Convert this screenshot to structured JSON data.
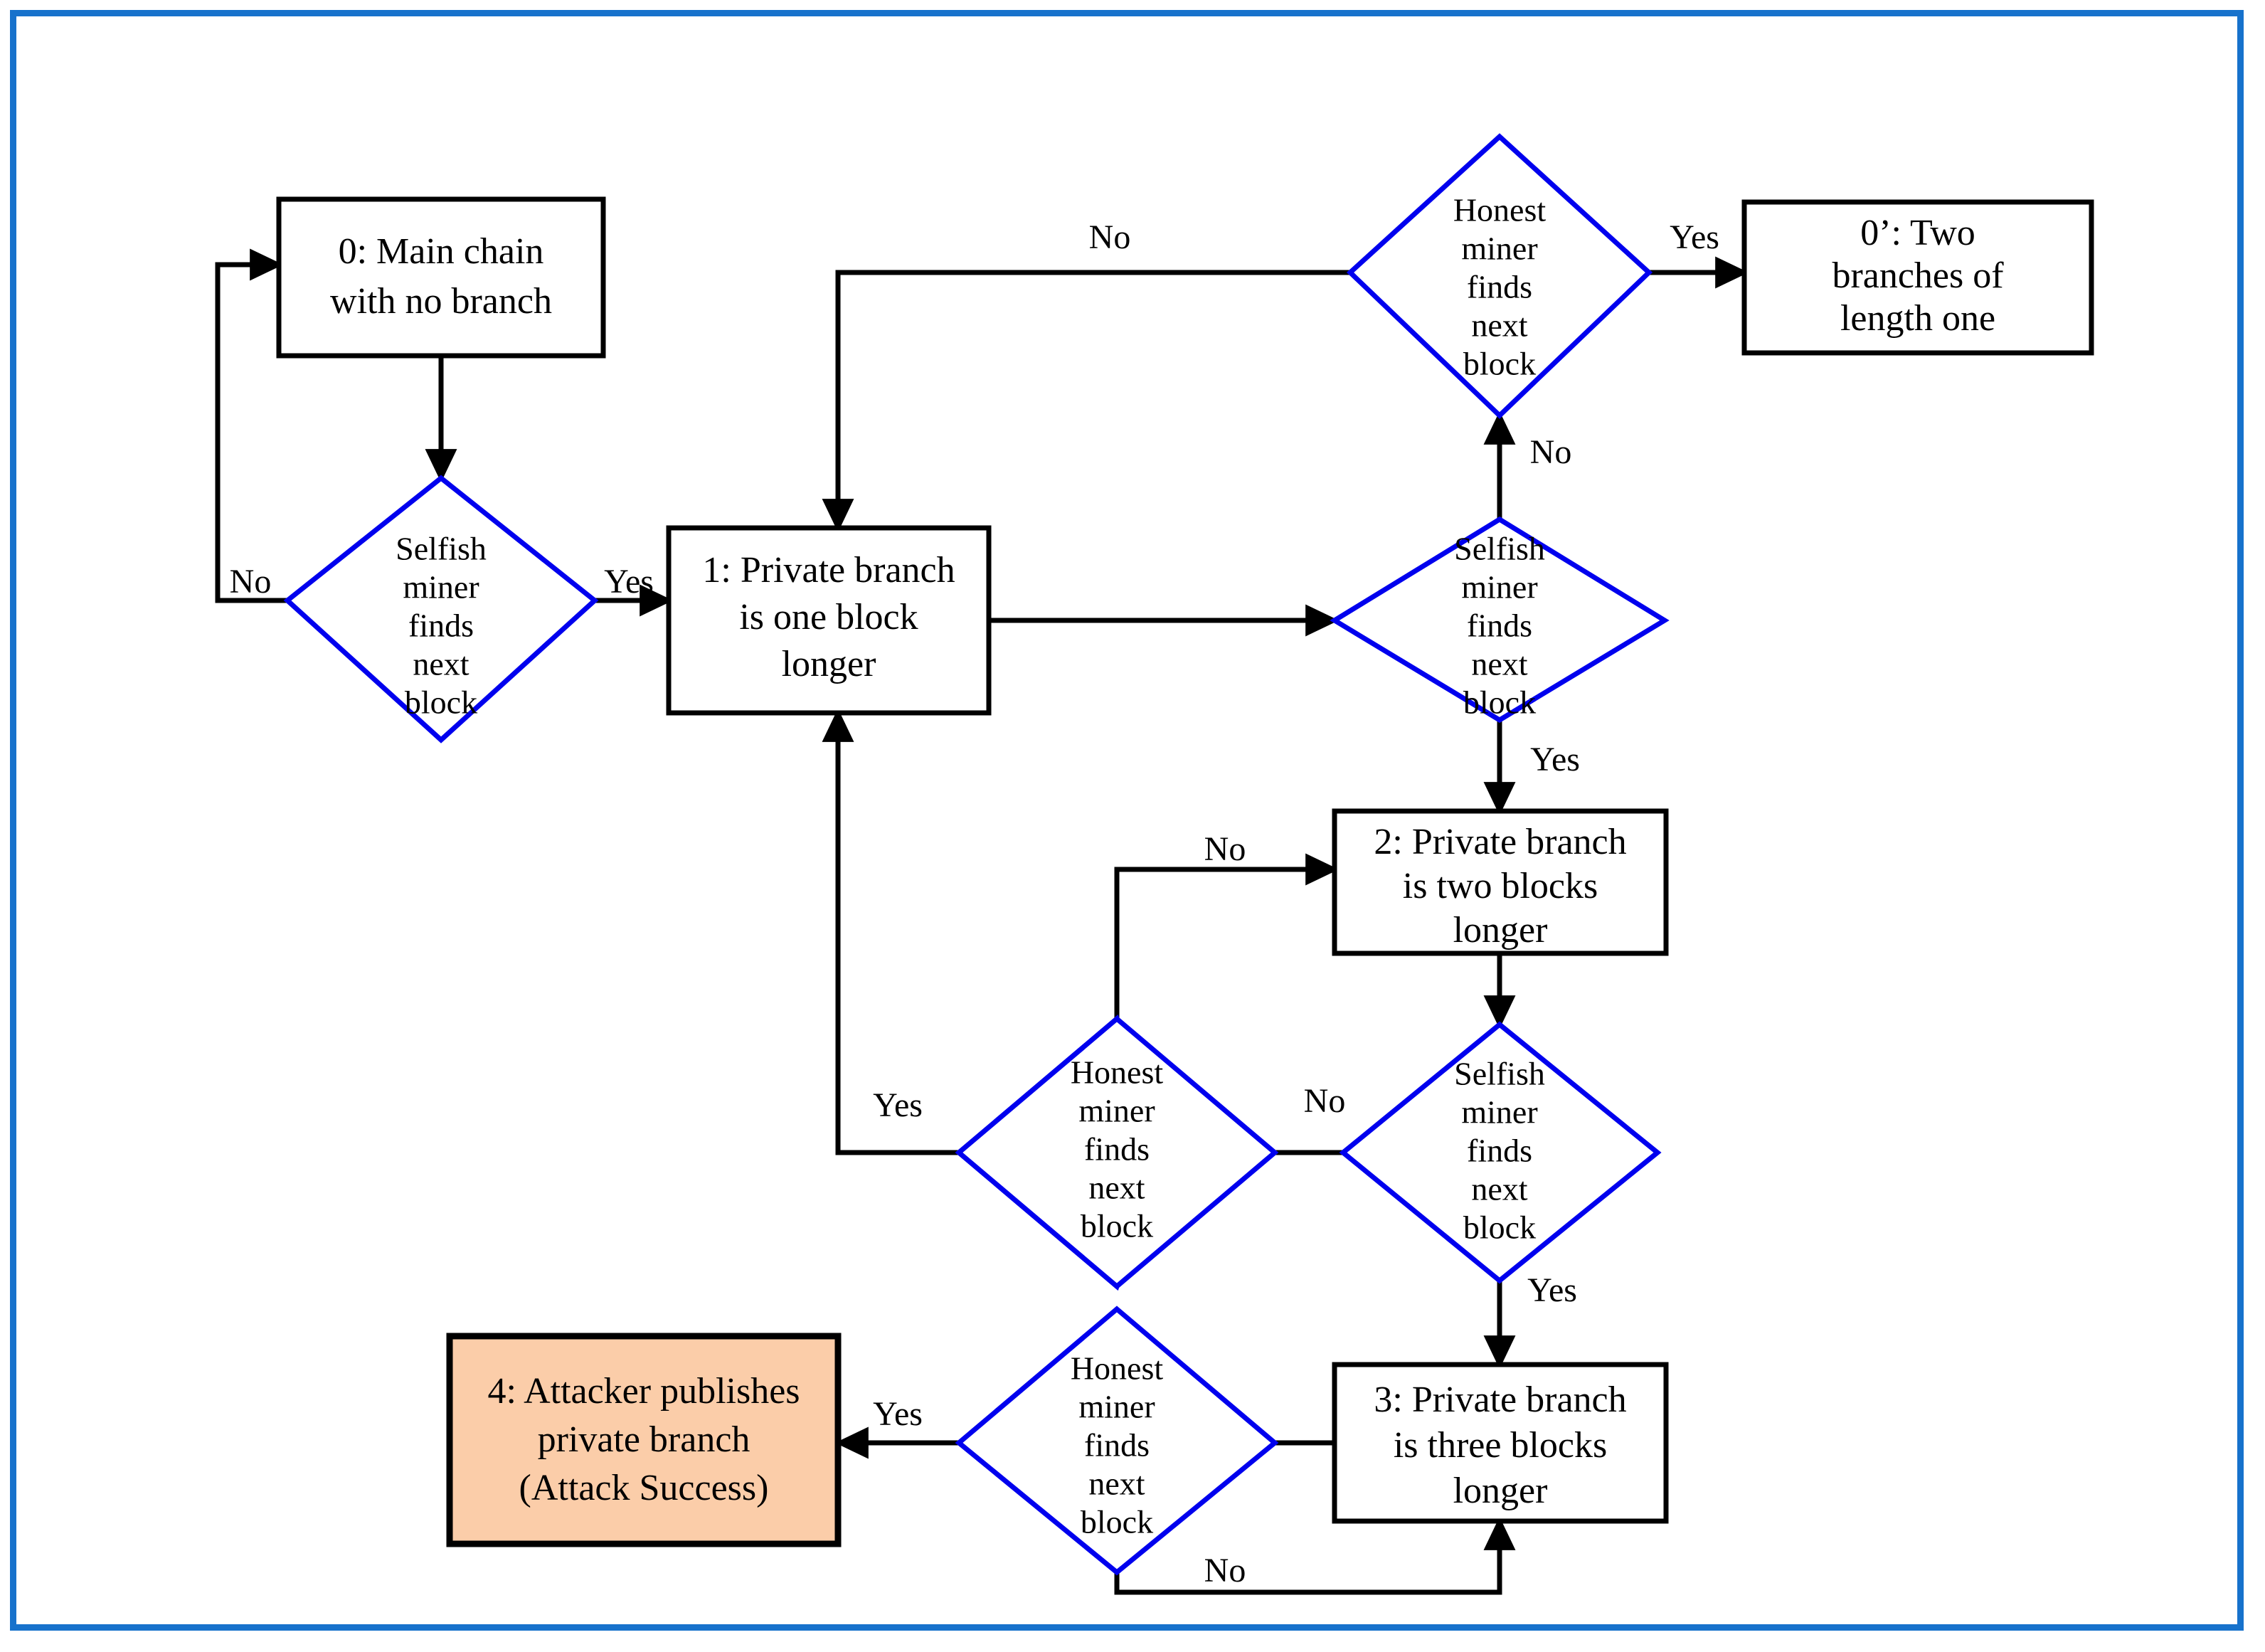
{
  "figure": {
    "border_color": "#1772CC",
    "decision_stroke": "#0000EE",
    "process_stroke": "#000000",
    "accent_fill": "#FBCDA9",
    "success_text_color": "#FF0000"
  },
  "nodes": {
    "state0": {
      "lines": [
        "0: Main chain",
        "with no branch"
      ]
    },
    "state0p": {
      "lines": [
        "0’: Two",
        "branches of",
        "length one"
      ]
    },
    "state1": {
      "lines": [
        "1: Private branch",
        "is one block",
        "longer"
      ]
    },
    "state2": {
      "lines": [
        "2: Private branch",
        "is two blocks",
        "longer"
      ]
    },
    "state3": {
      "lines": [
        "3: Private branch",
        "is three blocks",
        "longer"
      ]
    },
    "state4": {
      "lines": [
        "4: Attacker publishes",
        "private branch"
      ],
      "paren_open": "(",
      "success": "Attack Success",
      "paren_close": ")"
    },
    "selfish_a": {
      "lines": [
        "Selfish",
        "miner",
        "finds",
        "next",
        "block"
      ]
    },
    "selfish_b": {
      "lines": [
        "Selfish",
        "miner",
        "finds",
        "next",
        "block"
      ]
    },
    "selfish_c": {
      "lines": [
        "Selfish",
        "miner",
        "finds",
        "next",
        "block"
      ]
    },
    "honest_top": {
      "lines": [
        "Honest",
        "miner",
        "finds",
        "next",
        "block"
      ]
    },
    "honest_mid": {
      "lines": [
        "Honest",
        "miner",
        "finds",
        "next",
        "block"
      ]
    },
    "honest_bot": {
      "lines": [
        "Honest",
        "miner",
        "finds",
        "next",
        "block"
      ]
    }
  },
  "edge_labels": {
    "selfish_a_no": "No",
    "selfish_a_yes": "Yes",
    "honest_top_no": "No",
    "honest_top_yes": "Yes",
    "selfish_b_no": "No",
    "selfish_b_yes": "Yes",
    "honest_mid_no": "No",
    "honest_mid_yes": "Yes",
    "selfish_c_no": "No",
    "selfish_c_yes": "Yes",
    "honest_bot_no": "No",
    "honest_bot_yes": "Yes"
  }
}
